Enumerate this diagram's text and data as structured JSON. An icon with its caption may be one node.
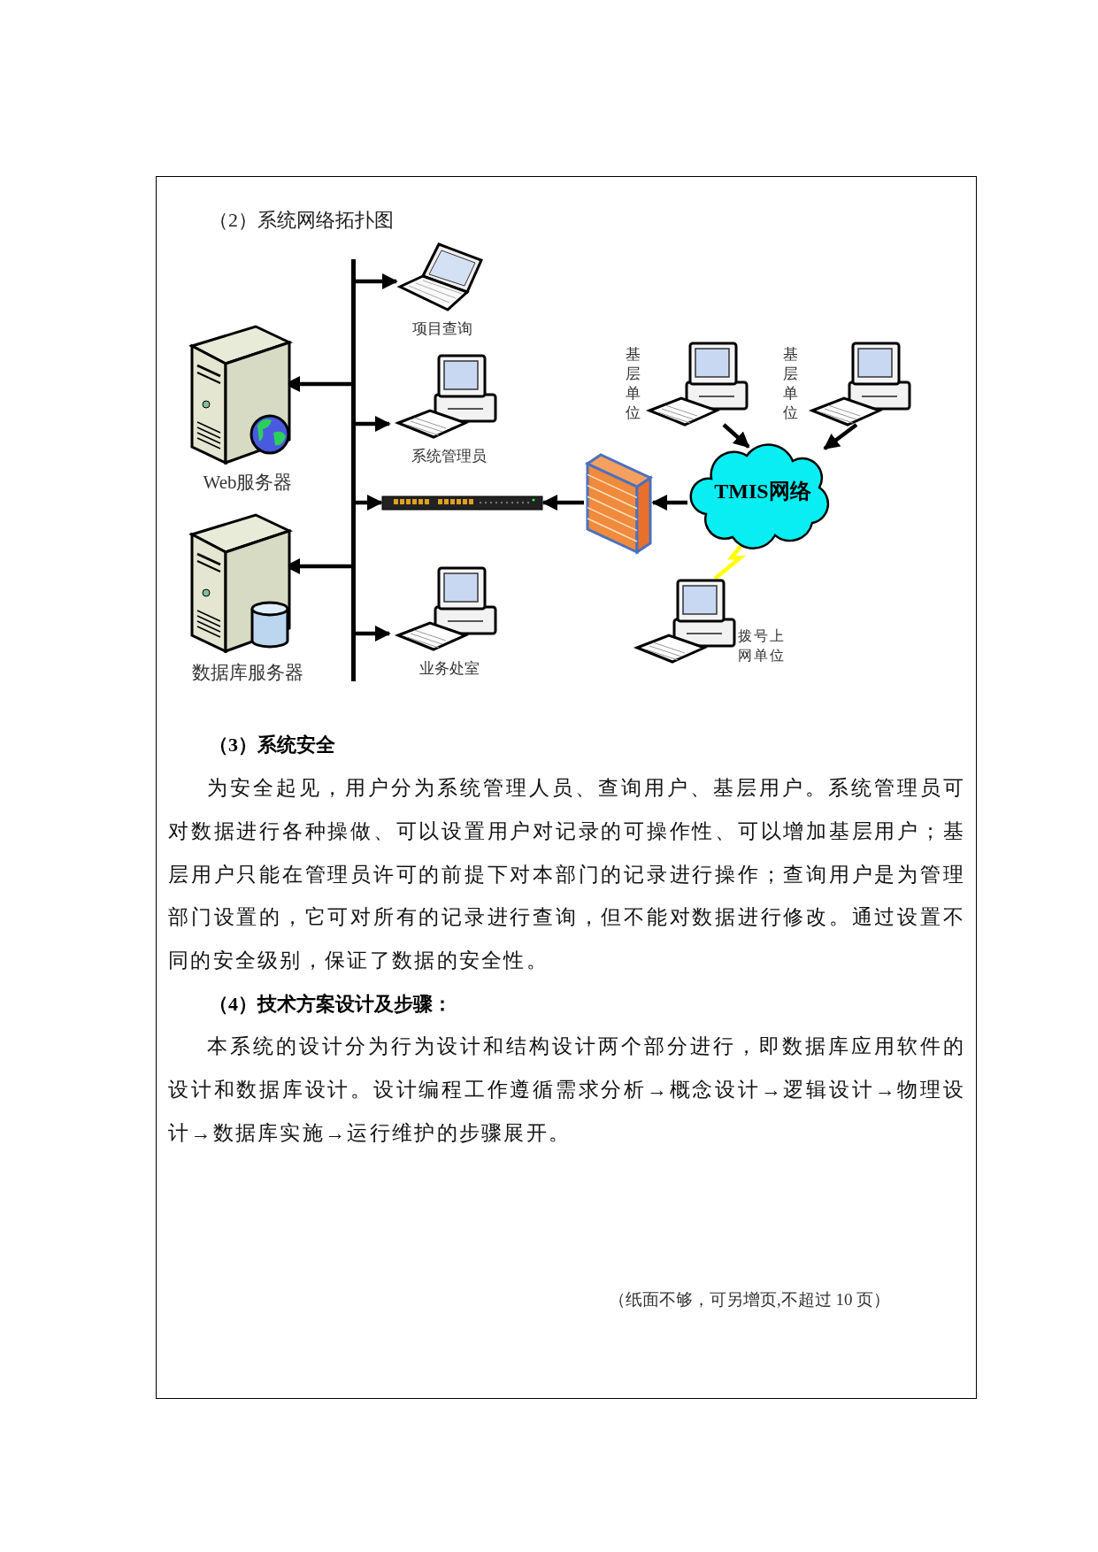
{
  "diagram": {
    "title": "（2）系统网络拓扑图",
    "nodes": [
      {
        "text": [],
        "shape": "bar"
      },
      {
        "text": [
          "项目查询"
        ]
      },
      {
        "text": [
          "Web服务器"
        ]
      },
      {
        "text": [
          "系统管理员"
        ]
      },
      {
        "text": [],
        "shape": "picture"
      },
      {
        "text": [
          "数据库服务器"
        ]
      },
      {
        "text": [
          "业务处室"
        ]
      },
      {
        "text": [],
        "shape": "picture"
      },
      {
        "text": [
          "TMIS网络"
        ]
      },
      {
        "text": [
          "基层单位"
        ]
      },
      {
        "text": [
          "基层单位"
        ]
      },
      {
        "text": [
          "拨号上网单位"
        ]
      }
    ],
    "edges": [
      {
        "from": 0,
        "to": 1,
        "arrow": "to"
      },
      {
        "from": 0,
        "to": 2,
        "arrow": "to"
      },
      {
        "from": 0,
        "to": 3,
        "arrow": "to"
      },
      {
        "from": 0,
        "to": 4,
        "arrow": "to"
      },
      {
        "from": 0,
        "to": 5,
        "arrow": "to"
      },
      {
        "from": 0,
        "to": 6,
        "arrow": "to"
      },
      {
        "from": 7,
        "to": 4,
        "arrow": "to"
      },
      {
        "from": 8,
        "to": 7,
        "arrow": "to"
      },
      {
        "from": 9,
        "to": 8,
        "arrow": "to"
      },
      {
        "from": 10,
        "to": 8,
        "arrow": "to"
      },
      {
        "from": 8,
        "to": 11,
        "arrow": "none",
        "color": "#ffff00"
      }
    ],
    "labels": [
      "（3）系统安全",
      "为安全起见，用户分为系统管理人员、查询用户、基层用户。系统管理员可对数据进行各种操做、可以设置用户对记录的可操作性、可以增加基层用户；基层用户只能在管理员许可的前提下对本部门的记录进行操作；查询用户是为管理部门设置的，它可对所有的记录进行查询，但不能对数据进行修改。通过设置不同的安全级别，保证了数据的安全性。",
      "（4）技术方案设计及步骤：",
      "本系统的设计分为行为设计和结构设计两个部分进行，即数据库应用软件的设计和数据库设计。设计编程工作遵循需求分析→概念设计→逻辑设计→物理设计→数据库实施→运行维护的步骤展开。",
      "（纸面不够，可另增页,不超过 10 页）"
    ]
  }
}
